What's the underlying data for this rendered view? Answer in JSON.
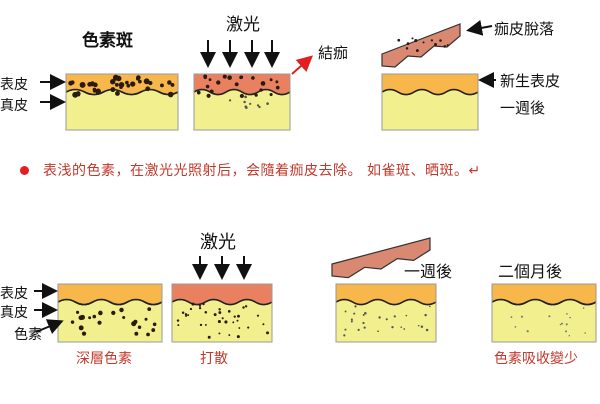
{
  "colors": {
    "dermis": "#f2f08e",
    "epidermis": "#f7b74a",
    "epidermis_laser": "#e9805f",
    "scab": "#d98872",
    "border": "#9a9a9a",
    "pigment": "#2a1a10",
    "accent_red": "#e02020",
    "caption_red": "#c0392b"
  },
  "top": {
    "title_spot": "色素斑",
    "laser": "激光",
    "scab": "結痂",
    "scab_fall": "痂皮脫落",
    "new_skin": "新生表皮",
    "one_week": "一週後",
    "epidermis": "表皮",
    "dermis": "真皮"
  },
  "caption": "表浅的色素，在激光光照射后，会隨着痂皮去除。 如雀斑、晒斑。↵",
  "bottom": {
    "epidermis": "表皮",
    "dermis": "真皮",
    "pigment": "色素",
    "laser": "激光",
    "one_week": "一週後",
    "two_months": "二個月後",
    "deep_pigment": "深層色素",
    "scatter": "打散",
    "absorbed": "色素吸收變少"
  }
}
